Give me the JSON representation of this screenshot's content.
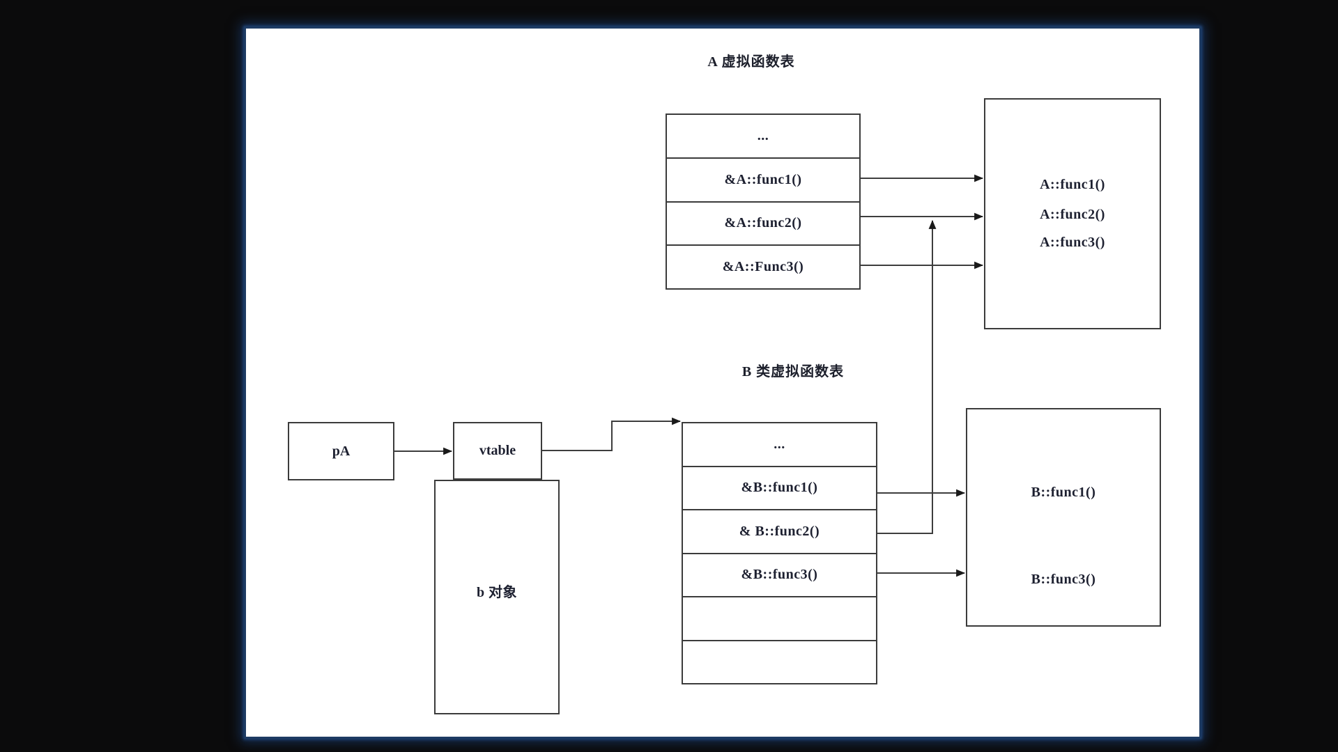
{
  "diagram": {
    "title_a": "A 虚拟函数表",
    "title_b": "B 类虚拟函数表",
    "table_a": {
      "rows": [
        "...",
        "&A::func1()",
        "&A::func2()",
        "&A::Func3()"
      ]
    },
    "box_a": {
      "lines": [
        "A::func1()",
        "A::func2()",
        "A::func3()"
      ]
    },
    "pa_label": "pA",
    "vtable_label": "vtable",
    "b_object_label": "b 对象",
    "table_b": {
      "rows": [
        "...",
        "&B::func1()",
        "& B::func2()",
        "&B::func3()",
        "",
        ""
      ]
    },
    "box_b": {
      "lines": [
        "B::func1()",
        "B::func3()"
      ]
    },
    "edges": [
      {
        "from": "pA",
        "to": "vtable"
      },
      {
        "from": "vtable",
        "to": "B 类虚拟函数表"
      },
      {
        "from": "&A::func1()",
        "to": "A::func1()"
      },
      {
        "from": "&A::func2()",
        "to": "A::func2()"
      },
      {
        "from": "&A::Func3()",
        "to": "A::func3()"
      },
      {
        "from": "&B::func1()",
        "to": "B::func1()"
      },
      {
        "from": "& B::func2()",
        "to": "A::func2()"
      },
      {
        "from": "&B::func3()",
        "to": "B::func3()"
      }
    ],
    "colors": {
      "line": "#3d3d3d",
      "arrowhead": "#1a1a1a",
      "page_background": "#ffffff",
      "outer_background": "#0b0b0c",
      "border_blue": "#1d3b63",
      "text": "#1d2030"
    }
  }
}
